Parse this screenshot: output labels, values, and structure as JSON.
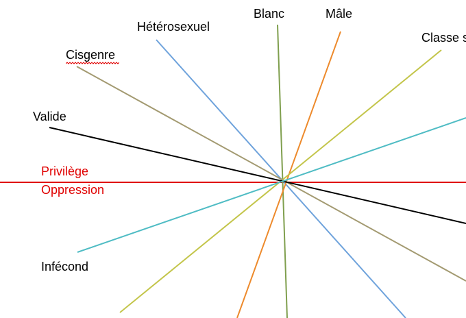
{
  "labels": {
    "heterosexuel": "Hétérosexuel",
    "blanc": "Blanc",
    "male": "Mâle",
    "classe": "Classe s",
    "cisgenre": "Cisgenre",
    "valide": "Valide",
    "privilege": "Privilège",
    "oppression": "Oppression",
    "infecond": "Infécond"
  },
  "colors": {
    "heterosexuel": "#6fa3dc",
    "blanc": "#7f9f4e",
    "male": "#ed8a2c",
    "classe": "#c3c54a",
    "cisgenre": "#a39a71",
    "valide": "#000000",
    "axis": "#e00000",
    "infecond": "#4fbcc4",
    "spellcheck": "#e00000"
  }
}
